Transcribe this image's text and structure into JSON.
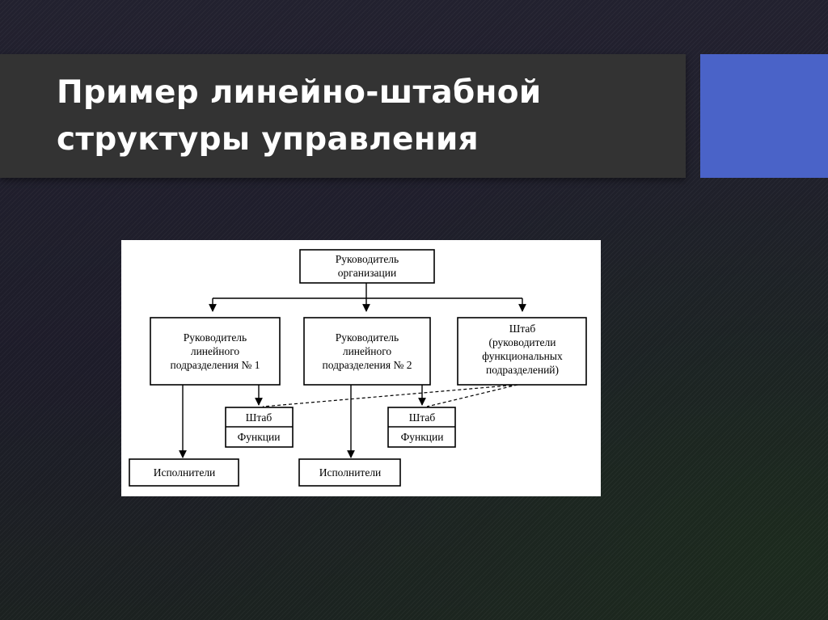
{
  "slide": {
    "title_line1": "Пример линейно-штабной",
    "title_line2": "структуры управления",
    "accent_color": "#4a63c8",
    "title_bar_color": "#333333"
  },
  "diagram": {
    "head": {
      "line1": "Руководитель",
      "line2": "организации"
    },
    "division1": {
      "line1": "Руководитель",
      "line2": "линейного",
      "line3": "подразделения № 1"
    },
    "division2": {
      "line1": "Руководитель",
      "line2": "линейного",
      "line3": "подразделения № 2"
    },
    "staff_main": {
      "line1": "Штаб",
      "line2": "(руководители",
      "line3": "функциональных",
      "line4": "подразделений)"
    },
    "staff1": {
      "top": "Штаб",
      "bottom": "Функции"
    },
    "staff2": {
      "top": "Штаб",
      "bottom": "Функции"
    },
    "executors1": "Исполнители",
    "executors2": "Исполнители"
  }
}
